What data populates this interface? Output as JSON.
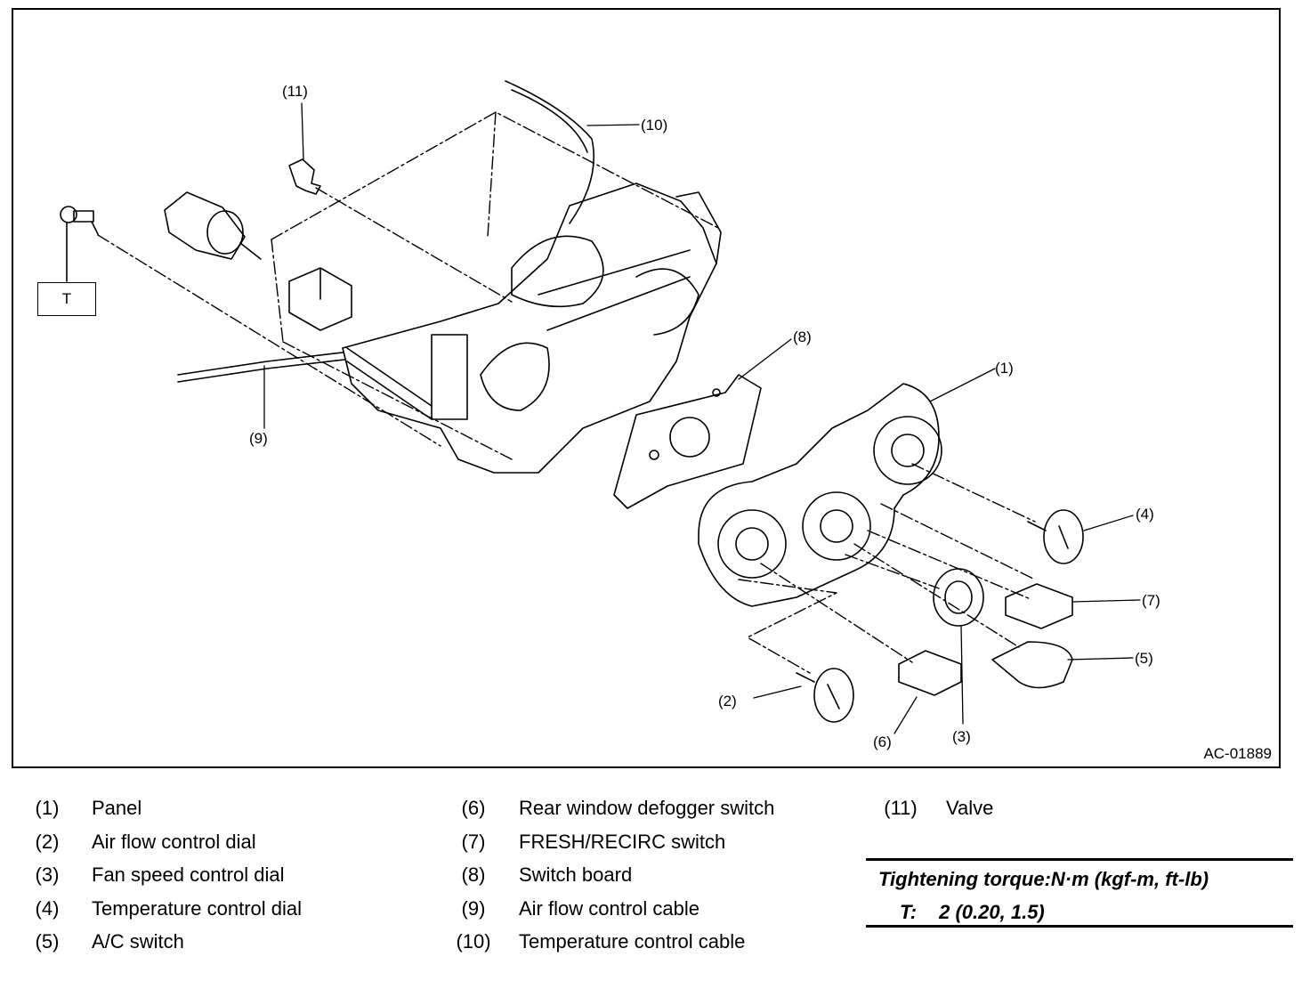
{
  "figure": {
    "id": "AC-01889",
    "callouts": {
      "c1": "(1)",
      "c2": "(2)",
      "c3": "(3)",
      "c4": "(4)",
      "c5": "(5)",
      "c6": "(6)",
      "c7": "(7)",
      "c8": "(8)",
      "c9": "(9)",
      "c10": "(10)",
      "c11": "(11)",
      "t": "T"
    }
  },
  "legend": [
    {
      "num": "(1)",
      "name": "Panel"
    },
    {
      "num": "(2)",
      "name": "Air flow control dial"
    },
    {
      "num": "(3)",
      "name": "Fan speed control dial"
    },
    {
      "num": "(4)",
      "name": "Temperature control dial"
    },
    {
      "num": "(5)",
      "name": "A/C switch"
    },
    {
      "num": "(6)",
      "name": "Rear window defogger switch"
    },
    {
      "num": "(7)",
      "name": "FRESH/RECIRC switch"
    },
    {
      "num": "(8)",
      "name": "Switch board"
    },
    {
      "num": "(9)",
      "name": "Air flow control cable"
    },
    {
      "num": "(10)",
      "name": "Temperature control cable"
    },
    {
      "num": "(11)",
      "name": "Valve"
    }
  ],
  "torque": {
    "heading": "Tightening torque:N·m (kgf-m, ft-lb)",
    "code": "T:",
    "value": "2 (0.20, 1.5)"
  }
}
